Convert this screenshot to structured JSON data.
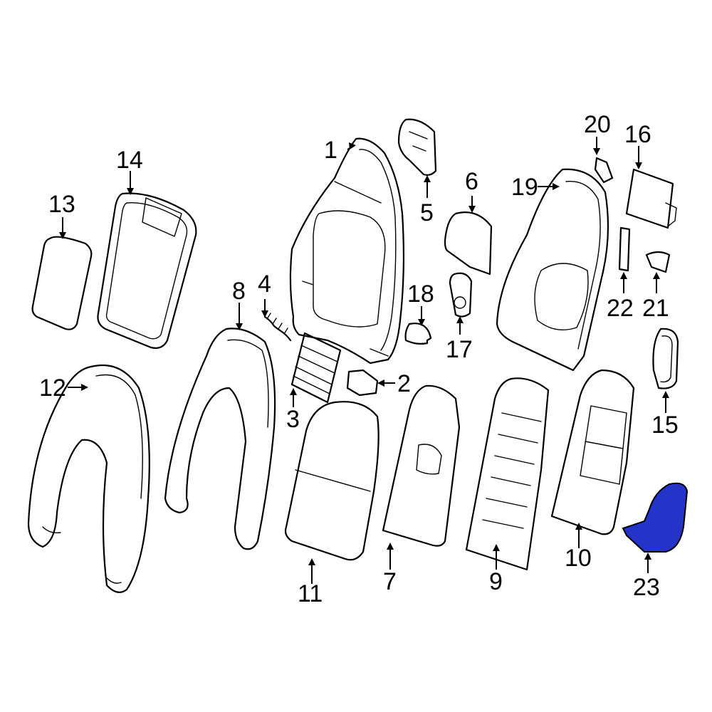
{
  "diagram": {
    "labels": {
      "p1": "1",
      "p2": "2",
      "p3": "3",
      "p4": "4",
      "p5": "5",
      "p6": "6",
      "p7": "7",
      "p8": "8",
      "p9": "9",
      "p10": "10",
      "p11": "11",
      "p12": "12",
      "p13": "13",
      "p14": "14",
      "p15": "15",
      "p16": "16",
      "p17": "17",
      "p18": "18",
      "p19": "19",
      "p20": "20",
      "p21": "21",
      "p22": "22",
      "p23": "23"
    },
    "highlight_color": "#2433c8"
  }
}
